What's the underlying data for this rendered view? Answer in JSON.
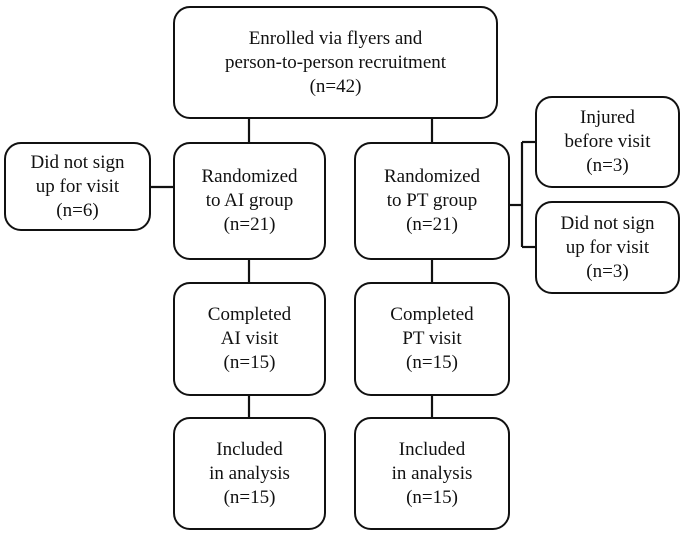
{
  "nodes": {
    "enrolled": {
      "lines": [
        "Enrolled via flyers and",
        "person-to-person recruitment",
        "(n=42)"
      ]
    },
    "did_not_sign_left": {
      "lines": [
        "Did not sign",
        "up for visit",
        "(n=6)"
      ]
    },
    "randomized_ai": {
      "lines": [
        "Randomized",
        "to AI group",
        "(n=21)"
      ]
    },
    "randomized_pt": {
      "lines": [
        "Randomized",
        "to PT group",
        "(n=21)"
      ]
    },
    "injured": {
      "lines": [
        "Injured",
        "before visit",
        "(n=3)"
      ]
    },
    "did_not_sign_right": {
      "lines": [
        "Did not sign",
        "up for visit",
        "(n=3)"
      ]
    },
    "completed_ai": {
      "lines": [
        "Completed",
        "AI visit",
        "(n=15)"
      ]
    },
    "completed_pt": {
      "lines": [
        "Completed",
        "PT visit",
        "(n=15)"
      ]
    },
    "included_ai": {
      "lines": [
        "Included",
        "in analysis",
        "(n=15)"
      ]
    },
    "included_pt": {
      "lines": [
        "Included",
        "in analysis",
        "(n=15)"
      ]
    }
  }
}
